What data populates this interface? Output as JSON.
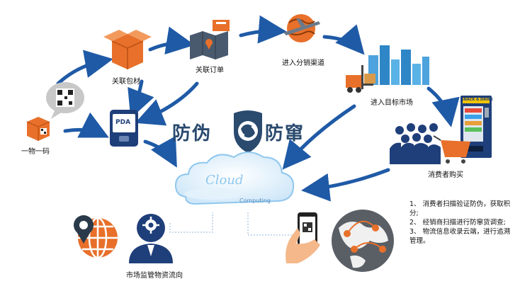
{
  "labels": {
    "one_item_one_code": "一物一码",
    "link_packaging": "关联包材",
    "link_order": "关联订单",
    "enter_channel": "进入分销渠道",
    "enter_market": "进入目标市场",
    "consumer_purchase": "消费者购买",
    "market_supervision": "市场监管物资流向",
    "anti_counterfeit": "防伪",
    "anti_diversion": "防窜",
    "pda": "PDA",
    "snack_sign": "SNACK & DRINK",
    "cloud_word": "Cloud",
    "cloud_sub": "Computing"
  },
  "notes": [
    "1、 消费者扫描验证防伪，获取积分;",
    "2、 经销商扫描进行防窜货调查;",
    "3、 物流信息收录云端，进行追溯管理。"
  ],
  "colors": {
    "arrow_blue": "#1f5aa6",
    "shield_navy": "#2a4a6e",
    "orange": "#e8702a",
    "cloud_blue": "#8fc7ee"
  }
}
